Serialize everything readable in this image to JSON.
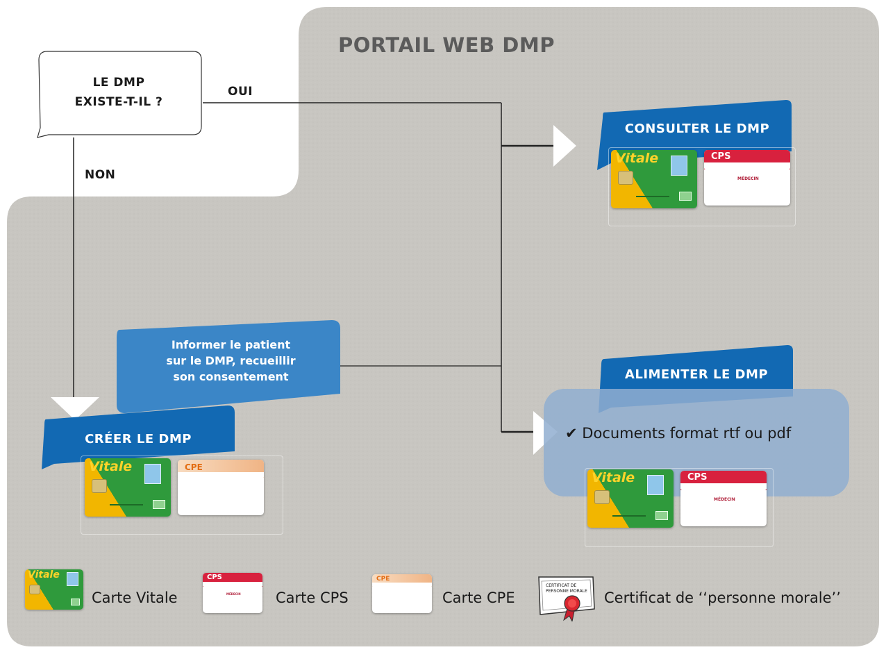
{
  "portal_title": "PORTAIL WEB DMP",
  "question": {
    "line1": "LE DMP",
    "line2": "EXISTE-T-IL ?"
  },
  "branch_yes": "OUI",
  "branch_no": "NON",
  "inform_box": {
    "line1": "Informer le patient",
    "line2": "sur le DMP, recueillir",
    "line3": "son consentement"
  },
  "consult": {
    "label": "CONSULTER LE DMP"
  },
  "create": {
    "label": "CRÉER LE DMP"
  },
  "feed": {
    "label": "ALIMENTER LE DMP",
    "check": "✔",
    "doc_note": "Documents format rtf ou pdf"
  },
  "cards": {
    "vitale_word": "Vitale",
    "cps_logo": "CPS",
    "cpe_logo": "CPE",
    "cps_name": "MÉDECIN"
  },
  "legend": {
    "vitale": "Carte Vitale",
    "cps": "Carte CPS",
    "cpe": "Carte CPE",
    "certificate": "Certificat de ‘‘personne morale’’",
    "certificate_image_text": "CERTIFICAT DE PERSONNE MORALE"
  },
  "colors": {
    "background_grey": "#c9c7c2",
    "banner_blue": "#1269b3",
    "inform_blue": "#3b86c7",
    "docs_panel": "#90aed0",
    "title_grey": "#5b5b5b"
  }
}
